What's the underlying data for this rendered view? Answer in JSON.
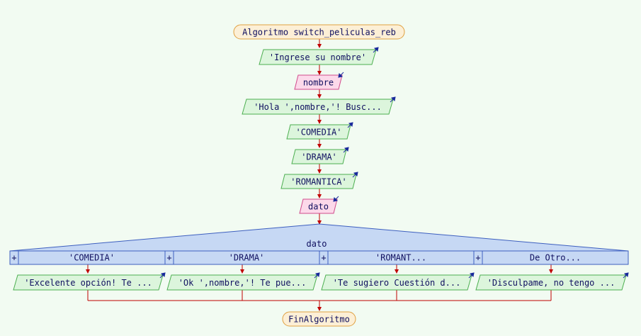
{
  "flow": {
    "start": "Algoritmo switch_peliculas_reb",
    "write_nombre_prompt": "'Ingrese su nombre'",
    "read_nombre": "nombre",
    "write_hola": "'Hola ',nombre,'! Busc...",
    "write_comedia": "'COMEDIA'",
    "write_drama": "'DRAMA'",
    "write_romantica": "'ROMANTICA'",
    "read_dato": "dato",
    "switch_var": "dato",
    "cases": [
      {
        "label": "'COMEDIA'",
        "action": "'Excelente opción! Te ..."
      },
      {
        "label": "'DRAMA'",
        "action": "'Ok ',nombre,'! Te pue..."
      },
      {
        "label": "'ROMANT...",
        "action": "'Te sugiero Cuestión d..."
      },
      {
        "label": "De Otro...",
        "action": "'Disculpame, no tengo ..."
      }
    ],
    "case_toggle": "+",
    "end": "FinAlgoritmo"
  },
  "colors": {
    "background": "#f2fbf2",
    "terminal_fill": "#fcefd6",
    "terminal_stroke": "#e0a040",
    "output_fill": "#dcf5dc",
    "output_stroke": "#4caf50",
    "input_fill": "#fcd9ea",
    "input_stroke": "#d04b8c",
    "switch_fill": "#c6d8f4",
    "switch_stroke": "#3d5fbf",
    "flow_line": "#c00000",
    "io_arrow": "#1a2a9c",
    "text": "#101060"
  }
}
